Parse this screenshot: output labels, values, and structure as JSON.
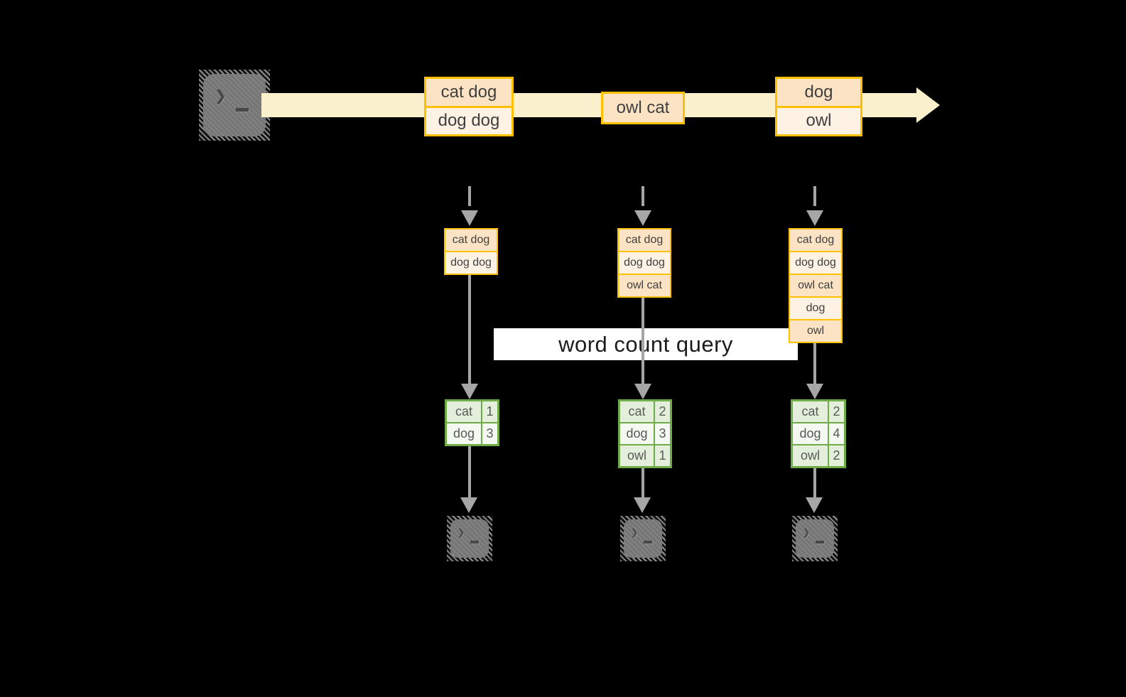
{
  "banner": {
    "label": "word count query"
  },
  "terminal": {
    "glyph": "❯"
  },
  "stream": {
    "events": [
      {
        "rows": [
          "cat dog",
          "dog dog"
        ]
      },
      {
        "rows": [
          "owl cat"
        ]
      },
      {
        "rows": [
          "dog",
          "owl"
        ]
      }
    ]
  },
  "columns": [
    {
      "buffer": [
        "cat dog",
        "dog dog"
      ],
      "counts": [
        [
          "cat",
          "1"
        ],
        [
          "dog",
          "3"
        ]
      ]
    },
    {
      "buffer": [
        "cat dog",
        "dog dog",
        "owl cat"
      ],
      "counts": [
        [
          "cat",
          "2"
        ],
        [
          "dog",
          "3"
        ],
        [
          "owl",
          "1"
        ]
      ]
    },
    {
      "buffer": [
        "cat dog",
        "dog dog",
        "owl cat",
        "dog",
        "owl"
      ],
      "counts": [
        [
          "cat",
          "2"
        ],
        [
          "dog",
          "4"
        ],
        [
          "owl",
          "2"
        ]
      ]
    }
  ],
  "colors": {
    "background": "#000000",
    "stream_band": "#FAF0CD",
    "event_border": "#FFC000",
    "event_fill_light": "#FBE3C4",
    "event_fill_lighter": "#FDF2E4",
    "table_border": "#6FAC47",
    "table_fill_light": "#E3EFDB",
    "table_fill_lighter": "#F3F8F0",
    "connector_gray": "#A6A6A6",
    "banner_background": "#FFFFFF"
  }
}
